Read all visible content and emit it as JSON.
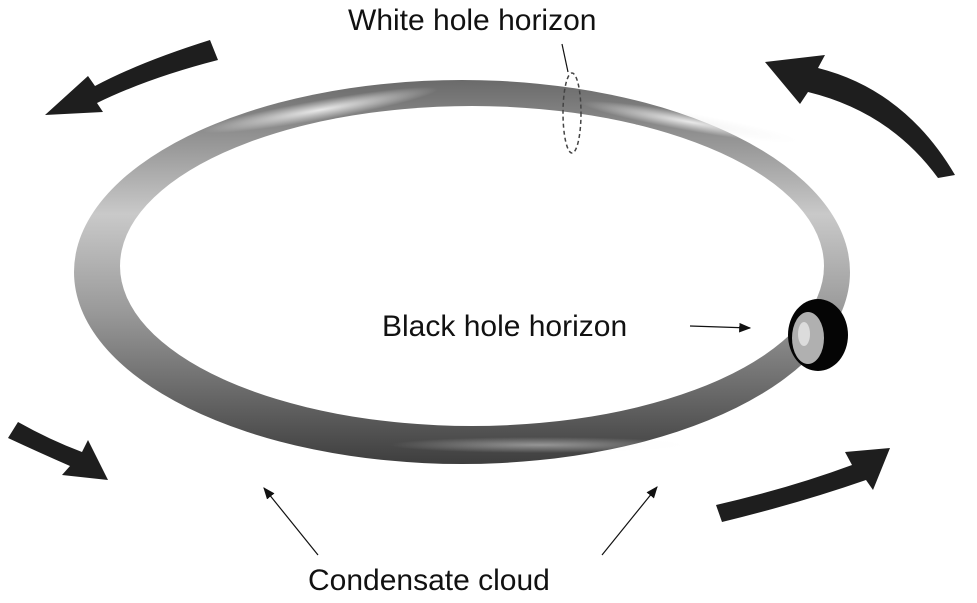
{
  "labels": {
    "white_hole_horizon": "White hole horizon",
    "black_hole_horizon": "Black hole horizon",
    "condensate_cloud": "Condensate cloud"
  },
  "colors": {
    "ring_dark": "#3a3a3a",
    "ring_mid": "#8c8c8c",
    "ring_light": "#d9d9d9",
    "arrow_fill": "#1e1e1e",
    "black_horizon": "#050505",
    "background": "#ffffff"
  },
  "flow_direction": "counter-clockwise"
}
